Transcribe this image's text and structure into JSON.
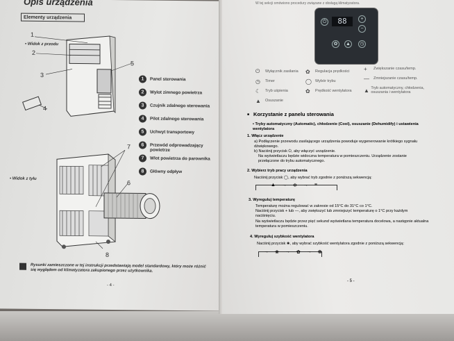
{
  "left": {
    "title": "Opis urządzenia",
    "section_bar": "Elementy urządzenia",
    "front_label": "Widok z przodu",
    "side_label": "Widok z tyłu",
    "callouts_front": [
      "1",
      "2",
      "3",
      "4",
      "5"
    ],
    "callouts_side": [
      "6",
      "7",
      "8"
    ],
    "features": [
      {
        "n": "1",
        "label": "Panel sterowania"
      },
      {
        "n": "2",
        "label": "Wylot zimnego powietrza"
      },
      {
        "n": "3",
        "label": "Czujnik zdalnego sterowania"
      },
      {
        "n": "4",
        "label": "Pilot zdalnego sterowania"
      },
      {
        "n": "5",
        "label": "Uchwyt transportowy"
      },
      {
        "n": "6",
        "label": "Przewód odprowadzający powietrze"
      },
      {
        "n": "7",
        "label": "Wlot powietrza do parownika"
      },
      {
        "n": "8",
        "label": "Główny odpływ"
      }
    ],
    "footnote": "Rysunki zamieszczone w tej instrukcji przedstawiają model standardowy, który może różnić się wyglądem od klimatyzatora zakupionego przez użytkownika.",
    "page_number": "- 4 -"
  },
  "right": {
    "top_note": "W tej sekcji omówiono procedury związane z obsługą klimatyzatora.",
    "display_value": "88",
    "legend_left": [
      {
        "icon": "power-icon",
        "label": "Wyłącznik zasilania"
      },
      {
        "icon": "timer-icon",
        "label": "Timer"
      },
      {
        "icon": "sleep-icon",
        "label": "Tryb uśpienia"
      },
      {
        "icon": "dehumidify-icon",
        "label": "Osuszanie"
      }
    ],
    "legend_mid": [
      {
        "label": "Regulacja prędkości"
      },
      {
        "label": "Wybór trybu"
      },
      {
        "label": "Prędkość wentylatora"
      }
    ],
    "legend_right": [
      {
        "sym": "+",
        "label": "Zwiększanie czasu/temp."
      },
      {
        "sym": "—",
        "label": "Zmniejszanie czasu/temp."
      },
      {
        "sym": "",
        "label": "Tryb automatyczny, chłodzenia, osuszania i wentylatora"
      }
    ],
    "section_title": "Korzystanie z panelu sterowania",
    "intro_bullet": "Tryby automatyczny (Automatic), chłodzenie (Cool), osuszanie (Dehumidify) i ustawienia wentylatora",
    "steps": [
      {
        "title": "1. Włącz urządzenie",
        "lines": [
          "a) Podłączenie przewodu zasilającego urządzenia powoduje wygenerowanie krótkiego sygnału dźwiękowego.",
          "b) Naciśnij przycisk ⏻, aby włączyć urządzenie.",
          "Na wyświetlaczu będzie widoczna temperatura w pomieszczeniu. Urządzenie zostanie przełączone do trybu automatycznego."
        ]
      },
      {
        "title": "2. Wybierz tryb pracy urządzenia",
        "lines": [
          "Naciśnij przycisk ◯, aby wybrać tryb zgodnie z poniższą sekwencją:"
        ]
      },
      {
        "title": "3. Wyreguluj temperaturę",
        "lines": [
          "Temperaturę można regulować w zakresie od 15°C do 31°C co 1°C.",
          "Naciśnij przycisk + lub —, aby zwiększyć lub zmniejszyć temperaturę o 1°C przy każdym naciśnięciu.",
          "Na wyświetlaczu będzie przez pięć sekund wyświetlana temperatura docelowa, a następnie aktualna temperatura w pomieszczeniu."
        ]
      },
      {
        "title": "4. Wyreguluj szybkość wentylatora",
        "lines": [
          "Naciśnij przycisk ❀, aby wybrać szybkość wentylatora zgodnie z poniższą sekwencją:"
        ]
      }
    ],
    "mode_sequence": [
      "▲",
      "❄",
      "≡"
    ],
    "fan_sequence": [
      "❀",
      "✿",
      "❁"
    ],
    "page_number": "- 5 -"
  }
}
